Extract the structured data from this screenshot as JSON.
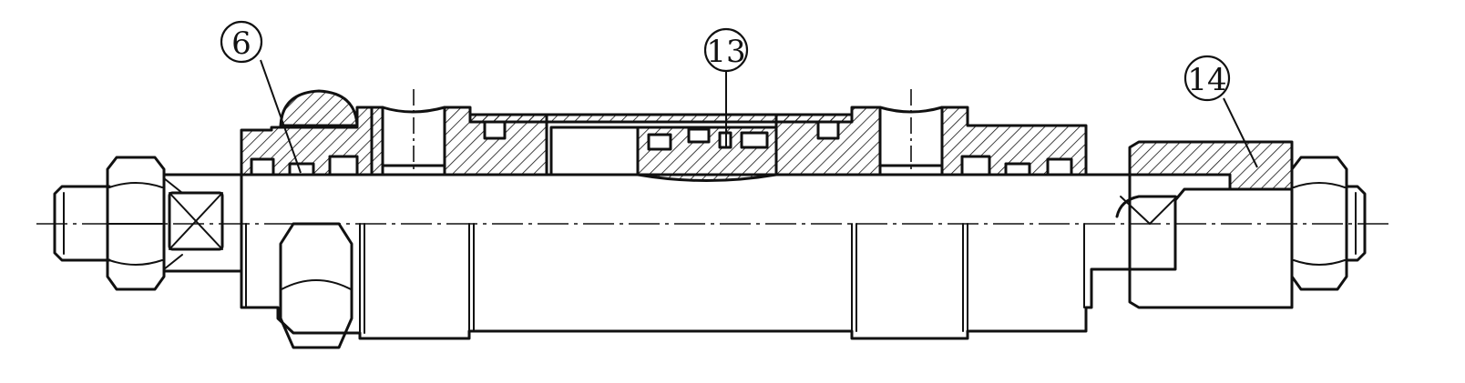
{
  "drawing": {
    "callouts": [
      {
        "id": "6",
        "label": "6"
      },
      {
        "id": "13",
        "label": "13"
      },
      {
        "id": "14",
        "label": "14"
      }
    ]
  }
}
